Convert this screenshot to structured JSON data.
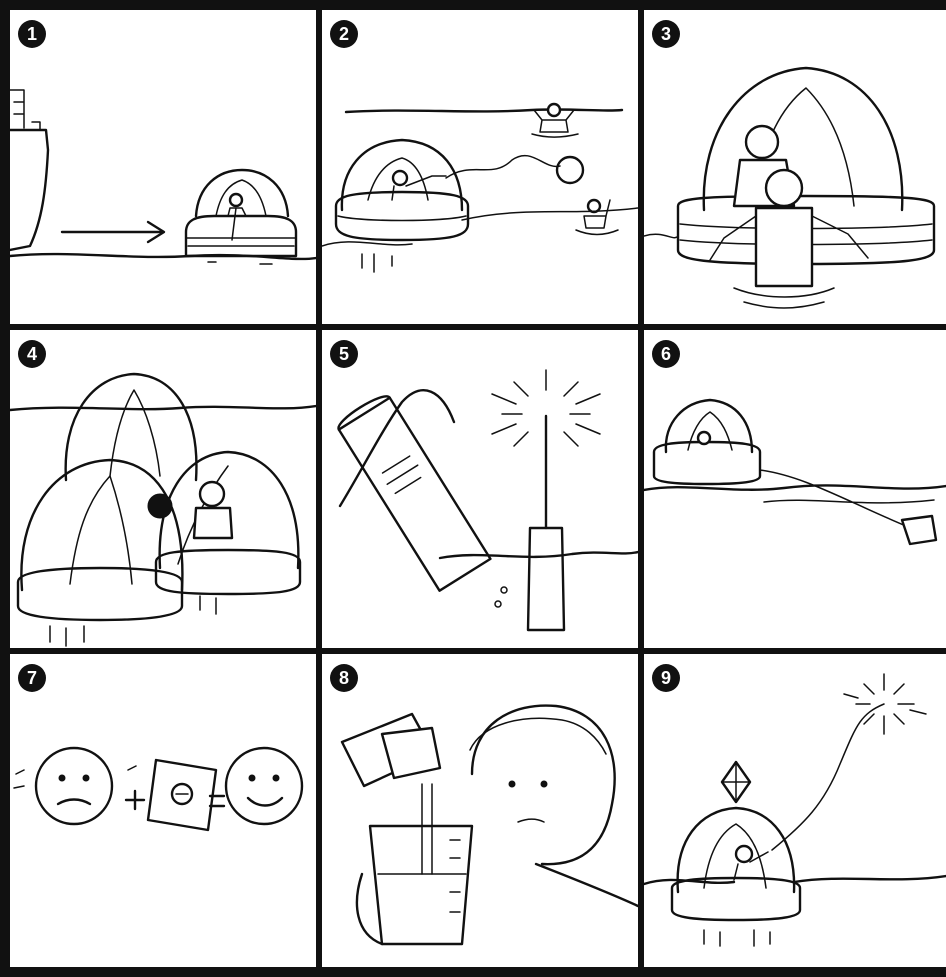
{
  "panels": [
    {
      "number": "1",
      "icon": "ship-to-liferaft-icon"
    },
    {
      "number": "2",
      "icon": "rescue-swimmers-icon"
    },
    {
      "number": "3",
      "icon": "pull-aboard-icon"
    },
    {
      "number": "4",
      "icon": "raft-group-icon"
    },
    {
      "number": "5",
      "icon": "flare-and-beacon-icon"
    },
    {
      "number": "6",
      "icon": "sea-anchor-icon"
    },
    {
      "number": "7",
      "icon": "seasick-pill-icon"
    },
    {
      "number": "8",
      "icon": "water-ration-icon"
    },
    {
      "number": "9",
      "icon": "signal-flare-icon"
    }
  ],
  "colors": {
    "ink": "#111111",
    "paper": "#ffffff"
  }
}
